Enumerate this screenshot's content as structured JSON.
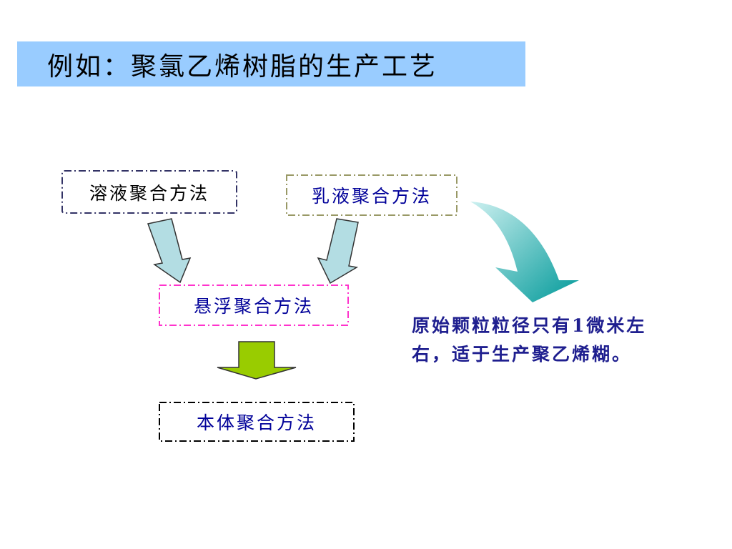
{
  "title": "例如：聚氯乙烯树脂的生产工艺",
  "boxes": {
    "solution": "溶液聚合方法",
    "emulsion": "乳液聚合方法",
    "suspension": "悬浮聚合方法",
    "bulk": "本体聚合方法"
  },
  "note": {
    "line1": "原始颗粒粒径只有1微米左",
    "line2": "右，适于生产聚乙烯糊。"
  },
  "colors": {
    "title_background": "#99ccff",
    "solution_border": "#333366",
    "emulsion_border": "#999966",
    "suspension_border": "#ff33cc",
    "bulk_border": "#000000",
    "arrow_fill": "#b3dde3",
    "green_arrow": "#99cc00",
    "teal_arrow_start": "#ccf0f0",
    "teal_arrow_end": "#009999",
    "note_text": "#1f1f8f"
  }
}
